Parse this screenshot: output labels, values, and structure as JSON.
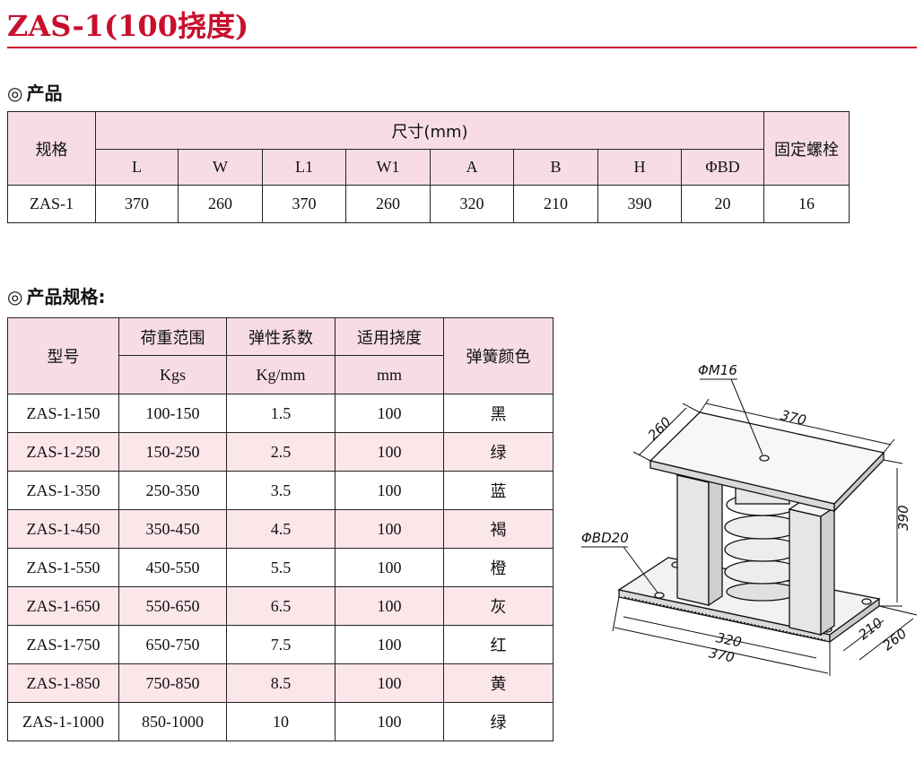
{
  "title": "ZAS-1(100挠度)",
  "section1": {
    "mark": "◎",
    "label": "产品"
  },
  "section2": {
    "mark": "◎",
    "label": "产品规格:"
  },
  "dims_table": {
    "model_header": "规格",
    "size_header": "尺寸(mm)",
    "bolt_header": "固定螺栓",
    "columns": [
      "L",
      "W",
      "L1",
      "W1",
      "A",
      "B",
      "H",
      "ΦBD"
    ],
    "row": {
      "model": "ZAS-1",
      "values": [
        "370",
        "260",
        "370",
        "260",
        "320",
        "210",
        "390",
        "20"
      ],
      "bolt": "16"
    }
  },
  "spec_table": {
    "headers": {
      "model": "型号",
      "load": "荷重范围",
      "load_unit": "Kgs",
      "stiffness": "弹性系数",
      "stiffness_unit": "Kg/mm",
      "deflection": "适用挠度",
      "deflection_unit": "mm",
      "color": "弹簧颜色"
    },
    "rows": [
      {
        "model": "ZAS-1-150",
        "load": "100-150",
        "k": "1.5",
        "defl": "100",
        "color": "黑"
      },
      {
        "model": "ZAS-1-250",
        "load": "150-250",
        "k": "2.5",
        "defl": "100",
        "color": "绿"
      },
      {
        "model": "ZAS-1-350",
        "load": "250-350",
        "k": "3.5",
        "defl": "100",
        "color": "蓝"
      },
      {
        "model": "ZAS-1-450",
        "load": "350-450",
        "k": "4.5",
        "defl": "100",
        "color": "褐"
      },
      {
        "model": "ZAS-1-550",
        "load": "450-550",
        "k": "5.5",
        "defl": "100",
        "color": "橙"
      },
      {
        "model": "ZAS-1-650",
        "load": "550-650",
        "k": "6.5",
        "defl": "100",
        "color": "灰"
      },
      {
        "model": "ZAS-1-750",
        "load": "650-750",
        "k": "7.5",
        "defl": "100",
        "color": "红"
      },
      {
        "model": "ZAS-1-850",
        "load": "750-850",
        "k": "8.5",
        "defl": "100",
        "color": "黄"
      },
      {
        "model": "ZAS-1-1000",
        "load": "850-1000",
        "k": "10",
        "defl": "100",
        "color": "绿"
      }
    ]
  },
  "diagram_labels": {
    "top_hole": "ΦM16",
    "base_hole": "ΦBD20",
    "top_width": "260",
    "top_length": "370",
    "height": "390",
    "base_l1": "320",
    "base_l2": "370",
    "base_w1": "210",
    "base_w2": "260"
  },
  "colors": {
    "accent": "#c8102e",
    "header_bg": "#f7dde3",
    "row_alt_bg": "#fbe6ea"
  }
}
